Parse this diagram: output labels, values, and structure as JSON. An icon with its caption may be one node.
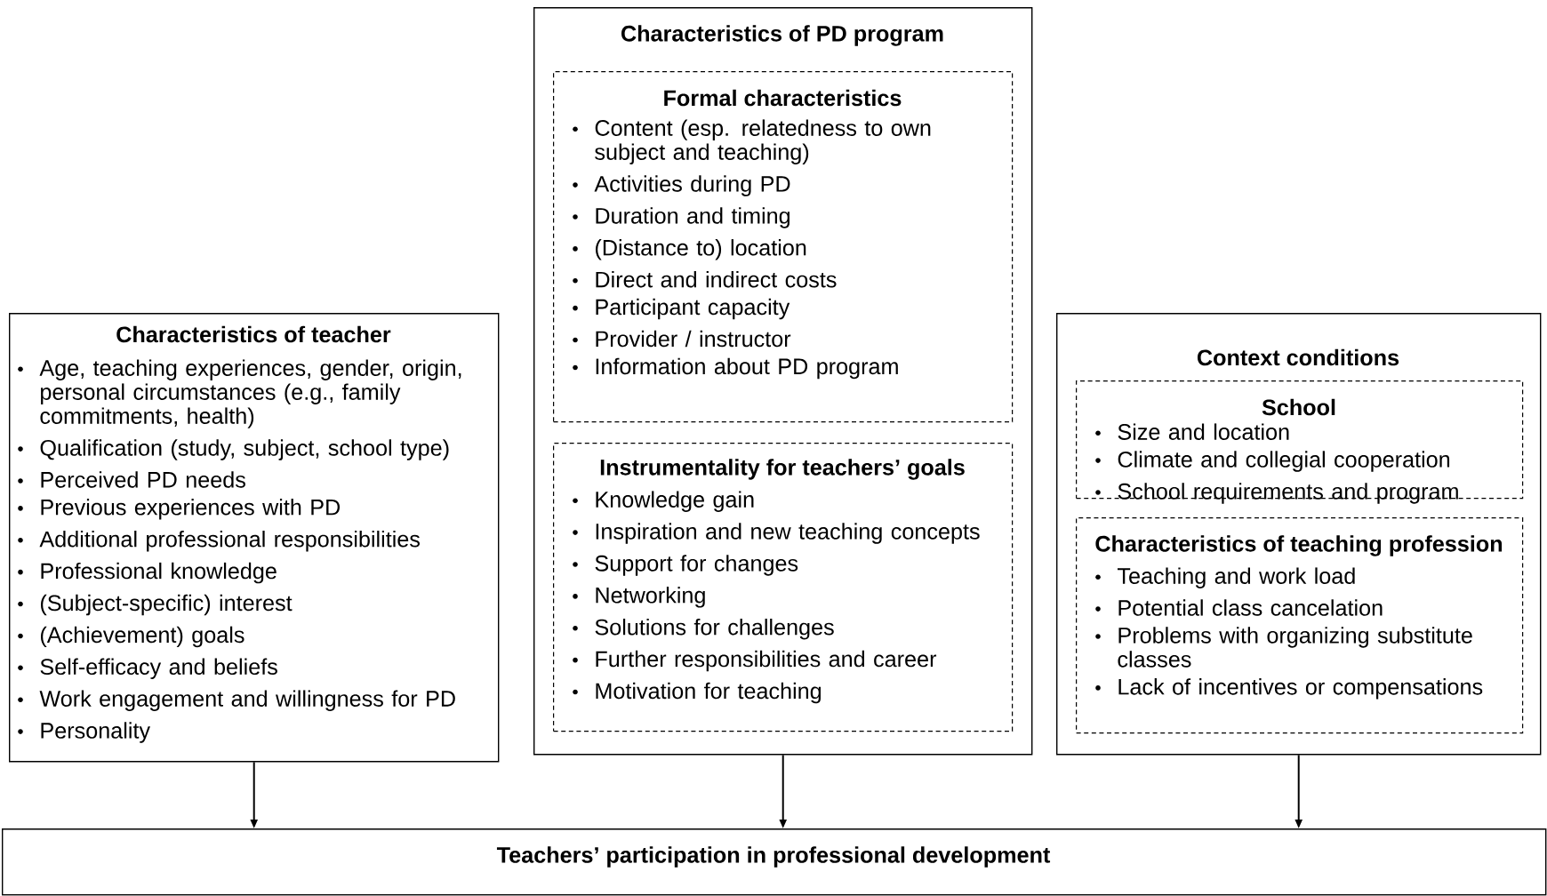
{
  "diagram": {
    "nodes": [
      {
        "text": [
          "Characteristics of teacher",
          "Age, teaching experiences, gender, origin, personal circumstances (e.g., family commitments, health)",
          "Qualification (study, subject, school type)",
          "Perceived PD needs",
          "Previous experiences with PD",
          "Additional professional responsibilities",
          "Professional knowledge",
          "(Subject-specific) interest",
          "(Achievement) goals",
          "Self-efficacy and beliefs",
          "Work engagement and willingness for PD",
          "Personality"
        ]
      },
      {
        "text": [
          "Characteristics of PD program"
        ]
      },
      {
        "text": [
          "Formal characteristics",
          "Content (esp. relatedness to own subject and teaching)",
          "Activities during PD",
          "Duration and timing",
          "(Distance to) location",
          "Direct and indirect costs",
          "Participant capacity",
          "Provider / instructor",
          "Information about PD program"
        ],
        "in": 1
      },
      {
        "text": [
          "Instrumentality for teachers’ goals",
          "Knowledge gain",
          "Inspiration and new teaching concepts",
          "Support for changes",
          "Networking",
          "Solutions for challenges",
          "Further responsibilities and career",
          "Motivation for teaching"
        ],
        "in": 1
      },
      {
        "text": [
          "Context conditions"
        ]
      },
      {
        "text": [
          "School",
          "Size and location",
          "Climate and collegial cooperation",
          "School requirements and program"
        ],
        "in": 4
      },
      {
        "text": [
          "Characteristics of teaching profession",
          "Teaching and work load",
          "Potential class cancelation",
          "Problems with organizing substitute classes",
          "Lack of incentives or compensations"
        ],
        "in": 4
      },
      {
        "text": [
          "Teachers’ participation in professional development"
        ]
      }
    ],
    "edges": [
      {
        "from": 0,
        "to": 7,
        "arrow": "to"
      },
      {
        "from": 1,
        "to": 7,
        "arrow": "to"
      },
      {
        "from": 4,
        "to": 7,
        "arrow": "to"
      }
    ]
  }
}
